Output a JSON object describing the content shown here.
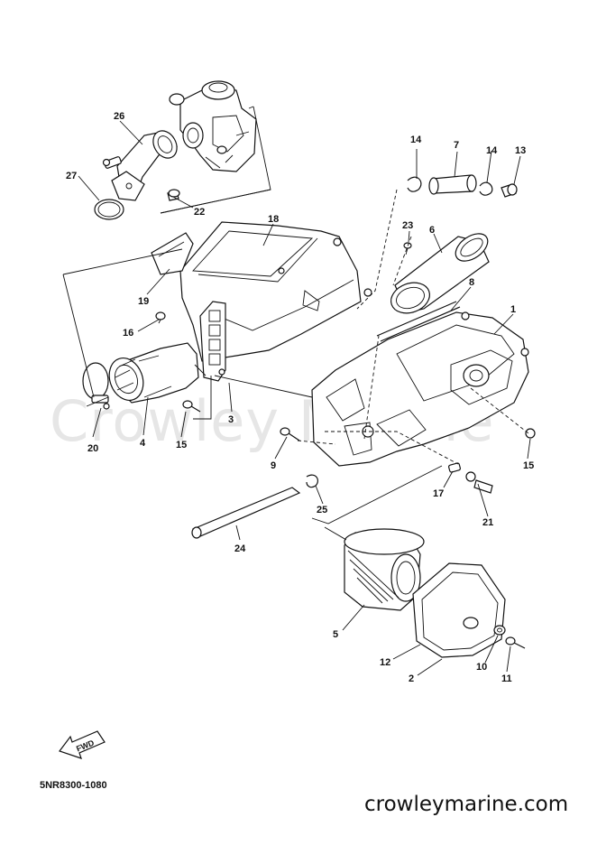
{
  "watermark": "Crowley Marine",
  "diagram_code": "5NR8300-1080",
  "site": "crowleymarine.com",
  "fwd_label": "FWD",
  "callouts": {
    "c1": "1",
    "c2": "2",
    "c3": "3",
    "c4": "4",
    "c5": "5",
    "c6": "6",
    "c7": "7",
    "c8": "8",
    "c9": "9",
    "c10": "10",
    "c11": "11",
    "c12": "12",
    "c13": "13",
    "c14a": "14",
    "c14b": "14",
    "c15a": "15",
    "c15b": "15",
    "c16": "16",
    "c17": "17",
    "c18": "18",
    "c19": "19",
    "c20": "20",
    "c21": "21",
    "c22": "22",
    "c23": "23",
    "c24": "24",
    "c25": "25",
    "c26": "26",
    "c27": "27"
  }
}
